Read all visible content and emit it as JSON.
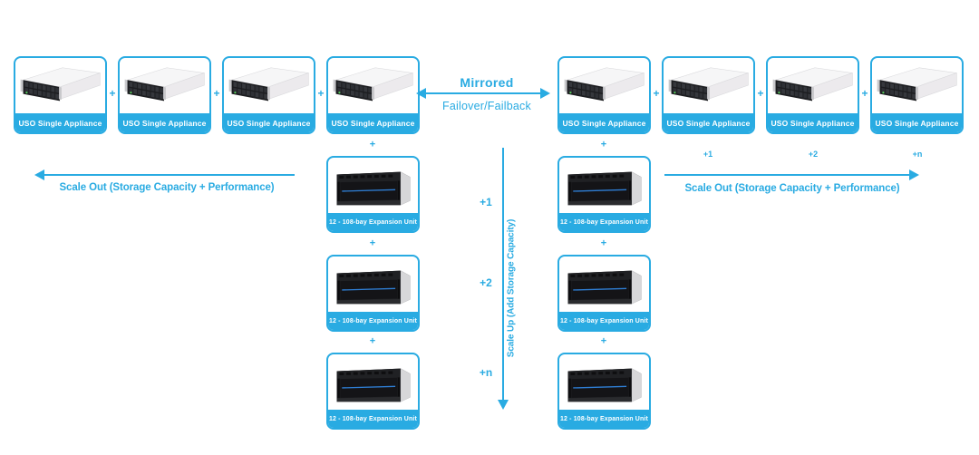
{
  "colors": {
    "accent": "#29ABE2",
    "label_text": "#FFFFFF",
    "expansion_led_line": "#2F7FD6",
    "background": "#FFFFFF"
  },
  "symbols": {
    "plus": "+"
  },
  "mirror": {
    "title": "Mirrored",
    "subtitle": "Failover/Failback"
  },
  "appliances": {
    "left": [
      "USO Single Appliance",
      "USO Single Appliance",
      "USO Single Appliance",
      "USO Single Appliance"
    ],
    "right": [
      "USO Single Appliance",
      "USO Single Appliance",
      "USO Single Appliance",
      "USO Single Appliance"
    ]
  },
  "scale_out_left": {
    "label": "Scale Out (Storage Capacity + Performance)"
  },
  "scale_out_right": {
    "label": "Scale Out (Storage Capacity + Performance)",
    "increments": [
      "+1",
      "+2",
      "+n"
    ]
  },
  "scale_up": {
    "label": "Scale Up (Add Storage Capacity)",
    "increments": [
      "+1",
      "+2",
      "+n"
    ]
  },
  "expansions": {
    "left": [
      "12 - 108-bay Expansion Unit",
      "12 - 108-bay Expansion Unit",
      "12 - 108-bay Expansion Unit"
    ],
    "right": [
      "12 - 108-bay Expansion Unit",
      "12 - 108-bay Expansion Unit",
      "12 - 108-bay Expansion Unit"
    ]
  }
}
